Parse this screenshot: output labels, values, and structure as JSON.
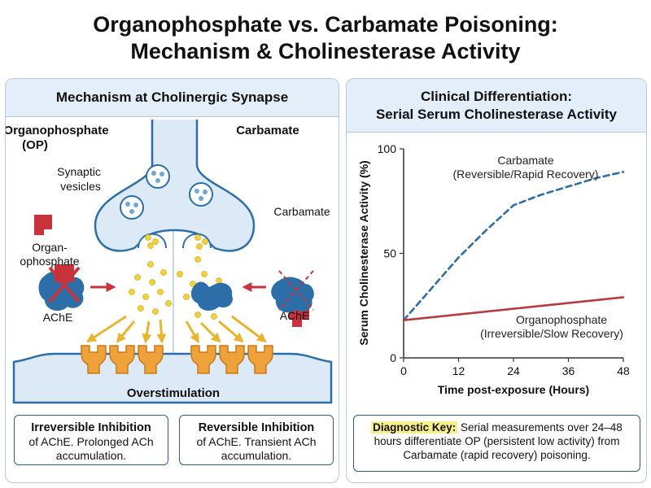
{
  "title": {
    "line1": "Organophosphate vs. Carbamate Poisoning:",
    "line2": "Mechanism & Cholinesterase Activity"
  },
  "left_panel": {
    "header": "Mechanism at Cholinergic Synapse",
    "op_heading_1": "Organophosphate",
    "op_heading_2": "(OP)",
    "carb_heading": "Carbamate",
    "vesicle_label_1": "Synaptic",
    "vesicle_label_2": "vesicles",
    "op_molecule_label_1": "Organ-",
    "op_molecule_label_2": "ophosphate",
    "carb_molecule_label": "Carbamate",
    "ache_left": "AChE",
    "ache_right": "AChE",
    "overstim": "Overstimulation",
    "note_left_title": "Irreversible Inhibition",
    "note_left_1": "of AChE. Prolonged ACh",
    "note_left_2": "accumulation.",
    "note_right_title": "Reversible Inhibition",
    "note_right_1": "of AChE. Transient ACh",
    "note_right_2": "accumulation.",
    "colors": {
      "op_red": "#c8323a",
      "enzyme_blue": "#2b6ea8",
      "ach_yellow": "#f0d23c",
      "receptor_orange": "#f0a23a"
    }
  },
  "right_panel": {
    "header_1": "Clinical Differentiation:",
    "header_2": "Serial Serum Cholinesterase Activity",
    "key_label": "Diagnostic Key:",
    "key_text": " Serial measurements over 24–48 hours differentiate OP (persistent low activity) from Carbamate (rapid recovery) poisoning."
  },
  "chart_data": {
    "type": "line",
    "xlabel": "Time post-exposure (Hours)",
    "ylabel": "Serum Cholinesterase Activity (%)",
    "xlim": [
      0,
      48
    ],
    "ylim": [
      0,
      100
    ],
    "xticks": [
      "0",
      "12",
      "24",
      "36",
      "48"
    ],
    "yticks": [
      "0",
      "50",
      "100"
    ],
    "grid": false,
    "series": [
      {
        "name_1": "Carbamate",
        "name_2": "(Reversible/Rapid Recovery)",
        "style": "dashed",
        "color": "#2b6ea8",
        "x": [
          0,
          6,
          12,
          18,
          24,
          30,
          36,
          42,
          48
        ],
        "y": [
          18,
          33,
          48,
          61,
          73,
          78,
          82,
          86,
          89
        ]
      },
      {
        "name_1": "Organophosphate",
        "name_2": "(Irreversible/Slow Recovery)",
        "style": "solid",
        "color": "#b83a3e",
        "x": [
          0,
          48
        ],
        "y": [
          18,
          29
        ]
      }
    ]
  }
}
